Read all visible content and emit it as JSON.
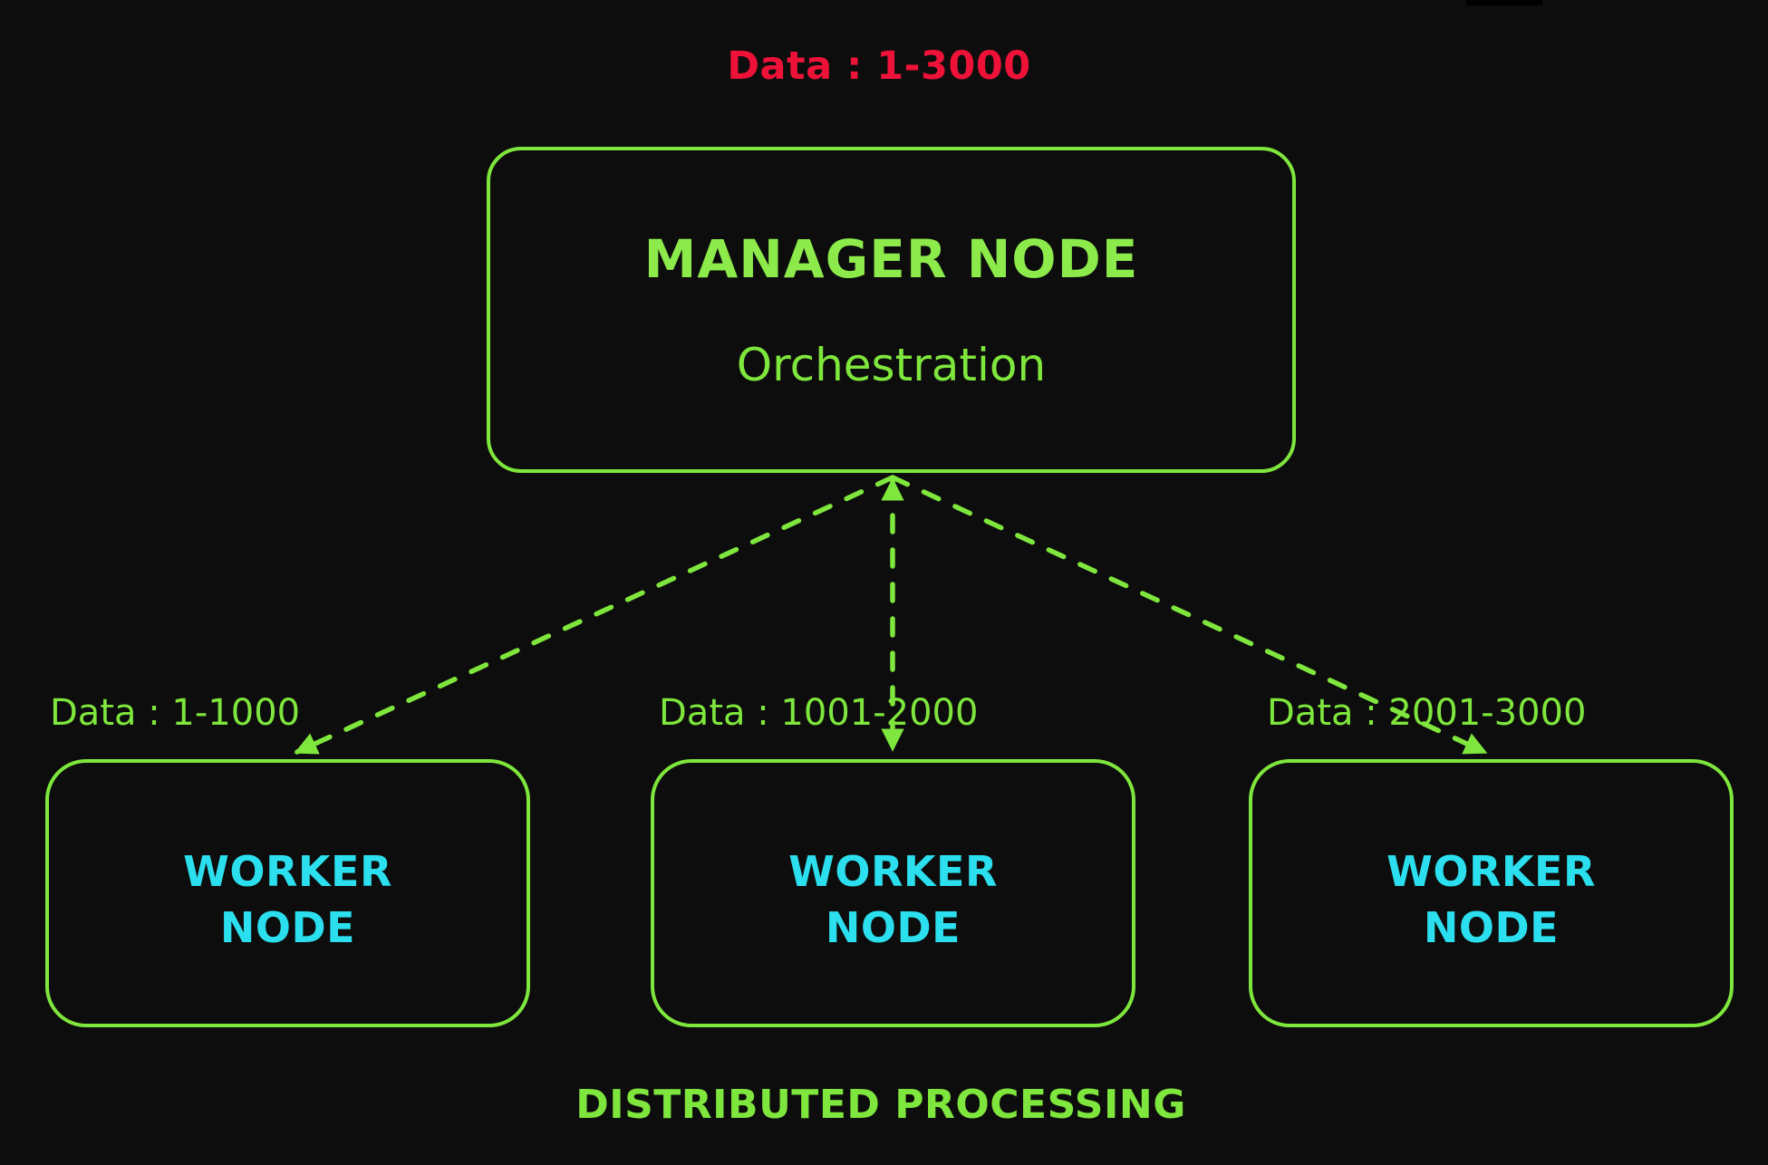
{
  "colors": {
    "background": "#0d0d0d",
    "green": "#7ee63c",
    "green_bright": "#8ceb4b",
    "cyan": "#2bdfee",
    "red": "#ef1238"
  },
  "manager": {
    "data_range_label": "Data : 1-3000",
    "title": "MANAGER NODE",
    "subtitle": "Orchestration"
  },
  "workers": [
    {
      "data_range_label": "Data : 1-1000",
      "title": "WORKER NODE"
    },
    {
      "data_range_label": "Data : 1001-2000",
      "title": "WORKER NODE"
    },
    {
      "data_range_label": "Data : 2001-3000",
      "title": "WORKER NODE"
    }
  ],
  "caption": "DISTRIBUTED PROCESSING"
}
